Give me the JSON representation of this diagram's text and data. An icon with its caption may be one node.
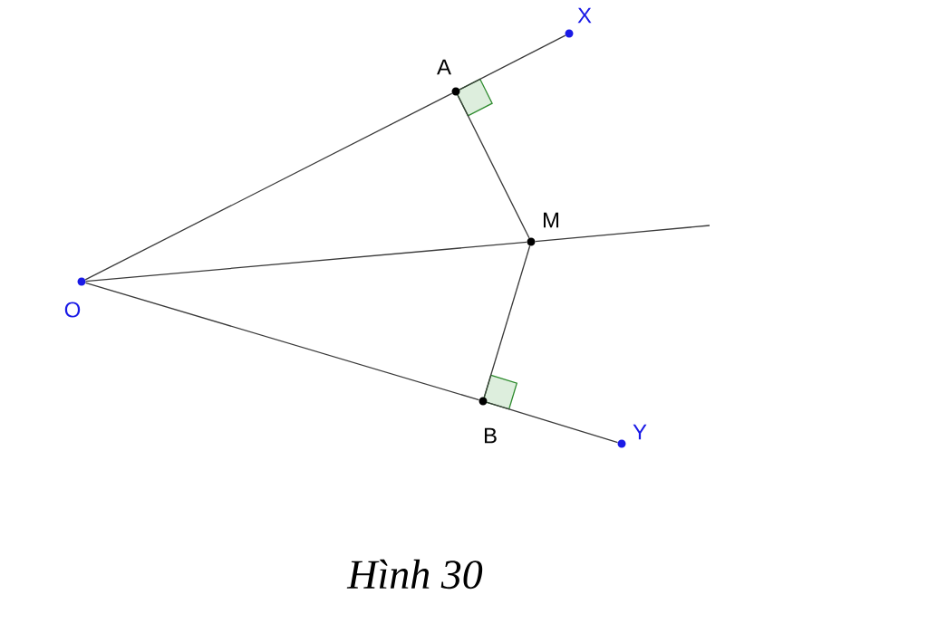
{
  "diagram": {
    "caption": "Hình 30",
    "nodes": [
      {
        "text": [
          "X"
        ]
      },
      {
        "text": [
          "A"
        ]
      },
      {
        "text": [
          "M"
        ]
      },
      {
        "text": [
          "O"
        ]
      },
      {
        "text": [
          "B"
        ]
      },
      {
        "text": [
          "Y"
        ]
      }
    ],
    "edges": [
      {
        "from": 3,
        "to": 1,
        "arrow": "none"
      },
      {
        "from": 1,
        "to": 0,
        "arrow": "none"
      },
      {
        "from": 3,
        "to": 4,
        "arrow": "none"
      },
      {
        "from": 4,
        "to": 5,
        "arrow": "none"
      },
      {
        "from": 3,
        "to": 2,
        "arrow": "none"
      },
      {
        "from": 2,
        "to": null,
        "arrow": "none"
      },
      {
        "from": 1,
        "to": 2,
        "arrow": "none"
      },
      {
        "from": 4,
        "to": 2,
        "arrow": "none"
      }
    ]
  }
}
